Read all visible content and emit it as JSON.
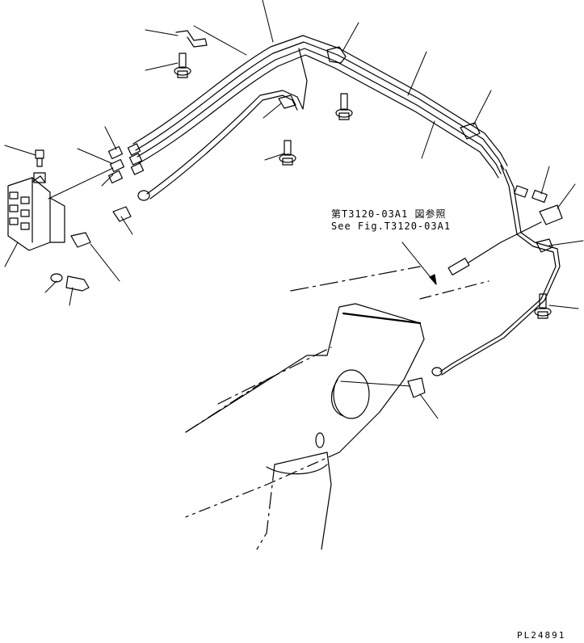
{
  "reference": {
    "japanese": "第T3120-03A1 図参照",
    "english": "See Fig.T3120-03A1"
  },
  "plate_id": "PL24891",
  "line_color": "#000000",
  "background_color": "#ffffff"
}
